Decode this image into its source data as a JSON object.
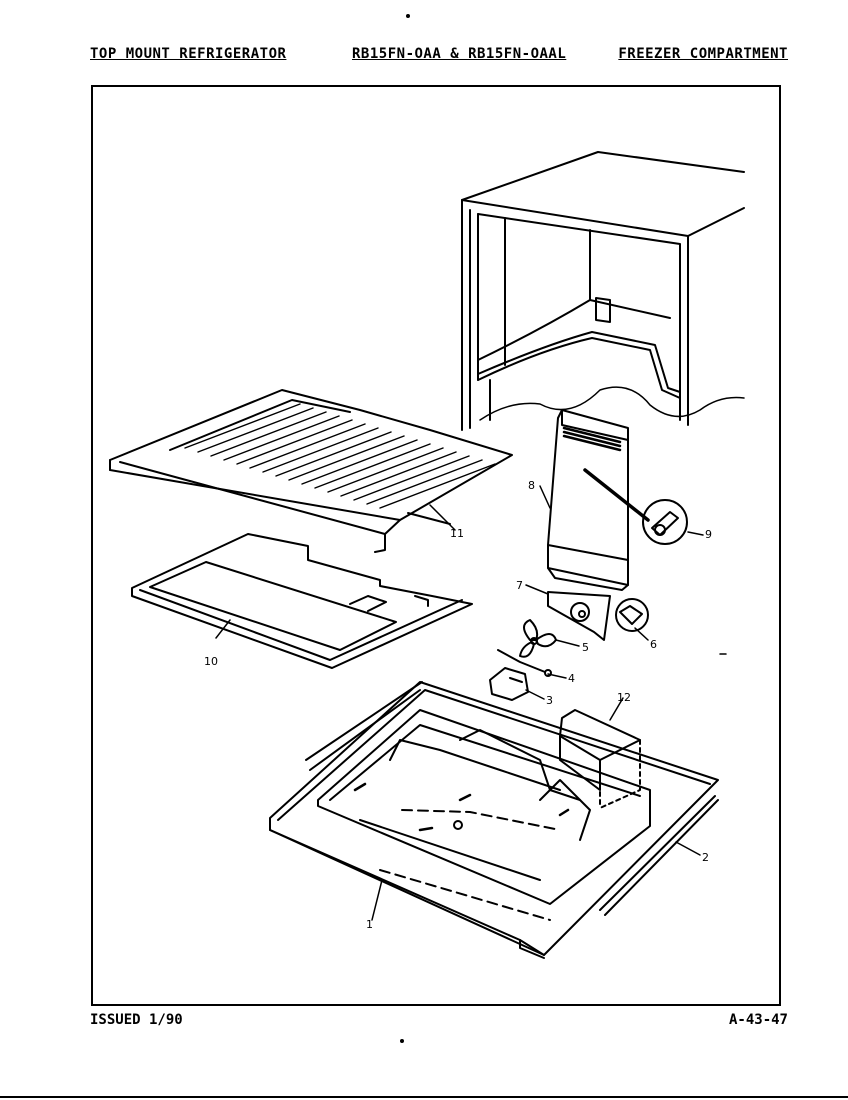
{
  "header": {
    "left": "TOP MOUNT REFRIGERATOR",
    "center": "RB15FN-OAA & RB15FN-OAAL",
    "right": "FREEZER COMPARTMENT"
  },
  "footer": {
    "issued": "ISSUED 1/90",
    "page_code": "A-43-47"
  },
  "callouts": {
    "c1": "1",
    "c2": "2",
    "c3": "3",
    "c4": "4",
    "c5": "5",
    "c6": "6",
    "c7": "7",
    "c8": "8",
    "c9": "9",
    "c10": "10",
    "c11": "11",
    "c12": "12"
  }
}
